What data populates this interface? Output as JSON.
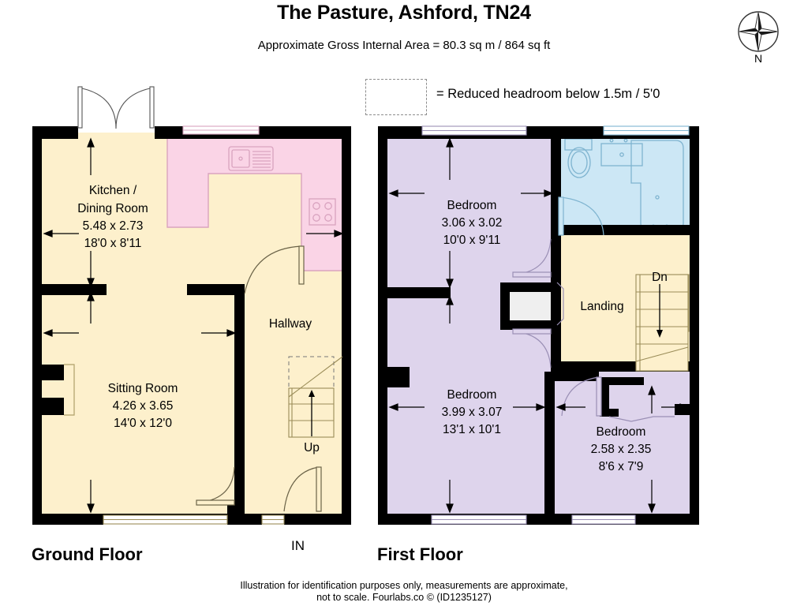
{
  "header": {
    "title": "The Pasture, Ashford, TN24",
    "subtitle": "Approximate Gross Internal Area = 80.3 sq m / 864 sq ft"
  },
  "legend": {
    "text": "= Reduced headroom below 1.5m / 5'0",
    "swatch_style": "dashed-rectangle"
  },
  "compass": {
    "label": "N",
    "icon": "compass-rose-icon"
  },
  "floors": [
    {
      "id": "ground",
      "caption": "Ground Floor",
      "rooms": [
        {
          "name": "Kitchen /",
          "name2": "Dining Room",
          "metric": "5.48 x 2.73",
          "imperial": "18'0 x 8'11",
          "fill": "#fdf0cc"
        },
        {
          "name": "Sitting Room",
          "metric": "4.26 x 3.65",
          "imperial": "14'0 x 12'0",
          "fill": "#fdf0cc"
        },
        {
          "name": "Hallway",
          "metric": "",
          "imperial": "",
          "fill": "#fdf0cc"
        }
      ],
      "stair_label": "Up",
      "entrance_label": "IN"
    },
    {
      "id": "first",
      "caption": "First Floor",
      "rooms": [
        {
          "name": "Bedroom",
          "metric": "3.06 x 3.02",
          "imperial": "10'0 x 9'11",
          "fill": "#ded4ec"
        },
        {
          "name": "Bedroom",
          "metric": "3.99 x 3.07",
          "imperial": "13'1 x 10'1",
          "fill": "#ded4ec"
        },
        {
          "name": "Bedroom",
          "metric": "2.58 x 2.35",
          "imperial": "8'6 x 7'9",
          "fill": "#ded4ec"
        },
        {
          "name": "Landing",
          "metric": "",
          "imperial": "",
          "fill": "#fdf0cc"
        },
        {
          "name": "",
          "metric": "",
          "imperial": "",
          "fill": "#cce7f5"
        }
      ],
      "stair_label": "Dn"
    }
  ],
  "footer": {
    "line1": "Illustration for identification purposes only, measurements are approximate,",
    "line2": "not to scale. Fourlabs.co © (ID1235127)"
  },
  "colors": {
    "wall": "#000000",
    "cream": "#fdf0cc",
    "pink": "#fad4e6",
    "purple": "#ded4ec",
    "blue": "#cce7f5",
    "fixture_stroke_pink": "#d9a3bf",
    "fixture_stroke_blue": "#7fb4d0",
    "fixture_stroke_cream": "#b0a06a",
    "background": "#ffffff"
  }
}
